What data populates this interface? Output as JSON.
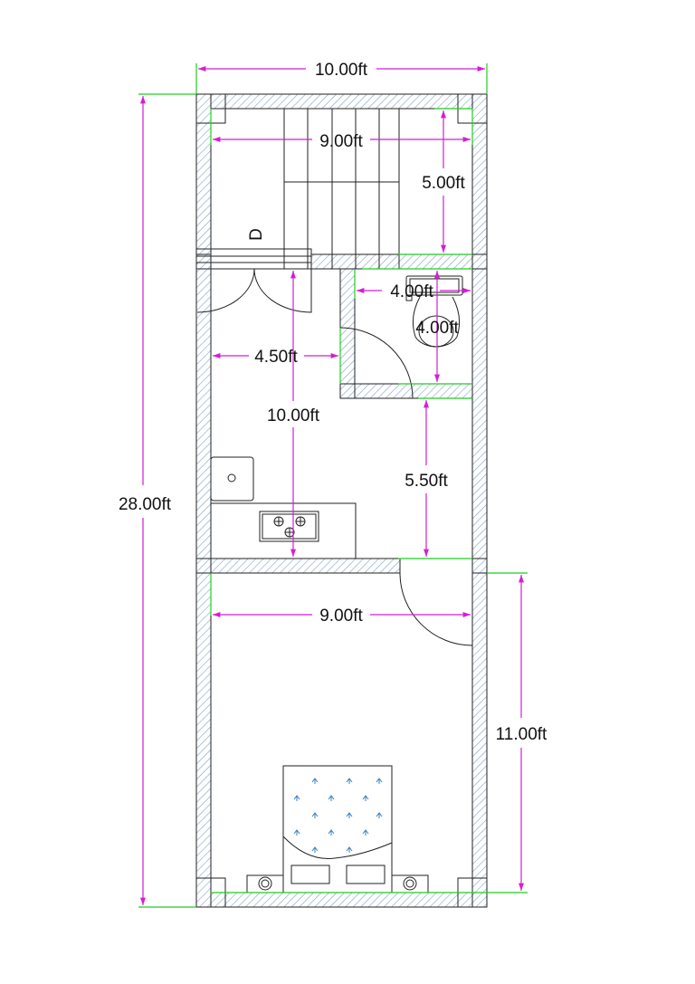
{
  "plan": {
    "overall_width": "10.00ft",
    "overall_length": "28.00ft",
    "stair_width": "9.00ft",
    "stair_depth": "5.00ft",
    "door_tag": "D",
    "bath_width": "4.00ft",
    "bath_depth": "4.00ft",
    "kitchen_width": "4.50ft",
    "kitchen_length": "10.00ft",
    "passage_depth": "5.50ft",
    "bedroom_width": "9.00ft",
    "bedroom_length": "11.00ft"
  },
  "colors": {
    "dimension": "#d21fd2",
    "extension": "#22cc22",
    "wall_hatch": "#7fa3c4",
    "bed_marks": "#3a7fc0"
  }
}
